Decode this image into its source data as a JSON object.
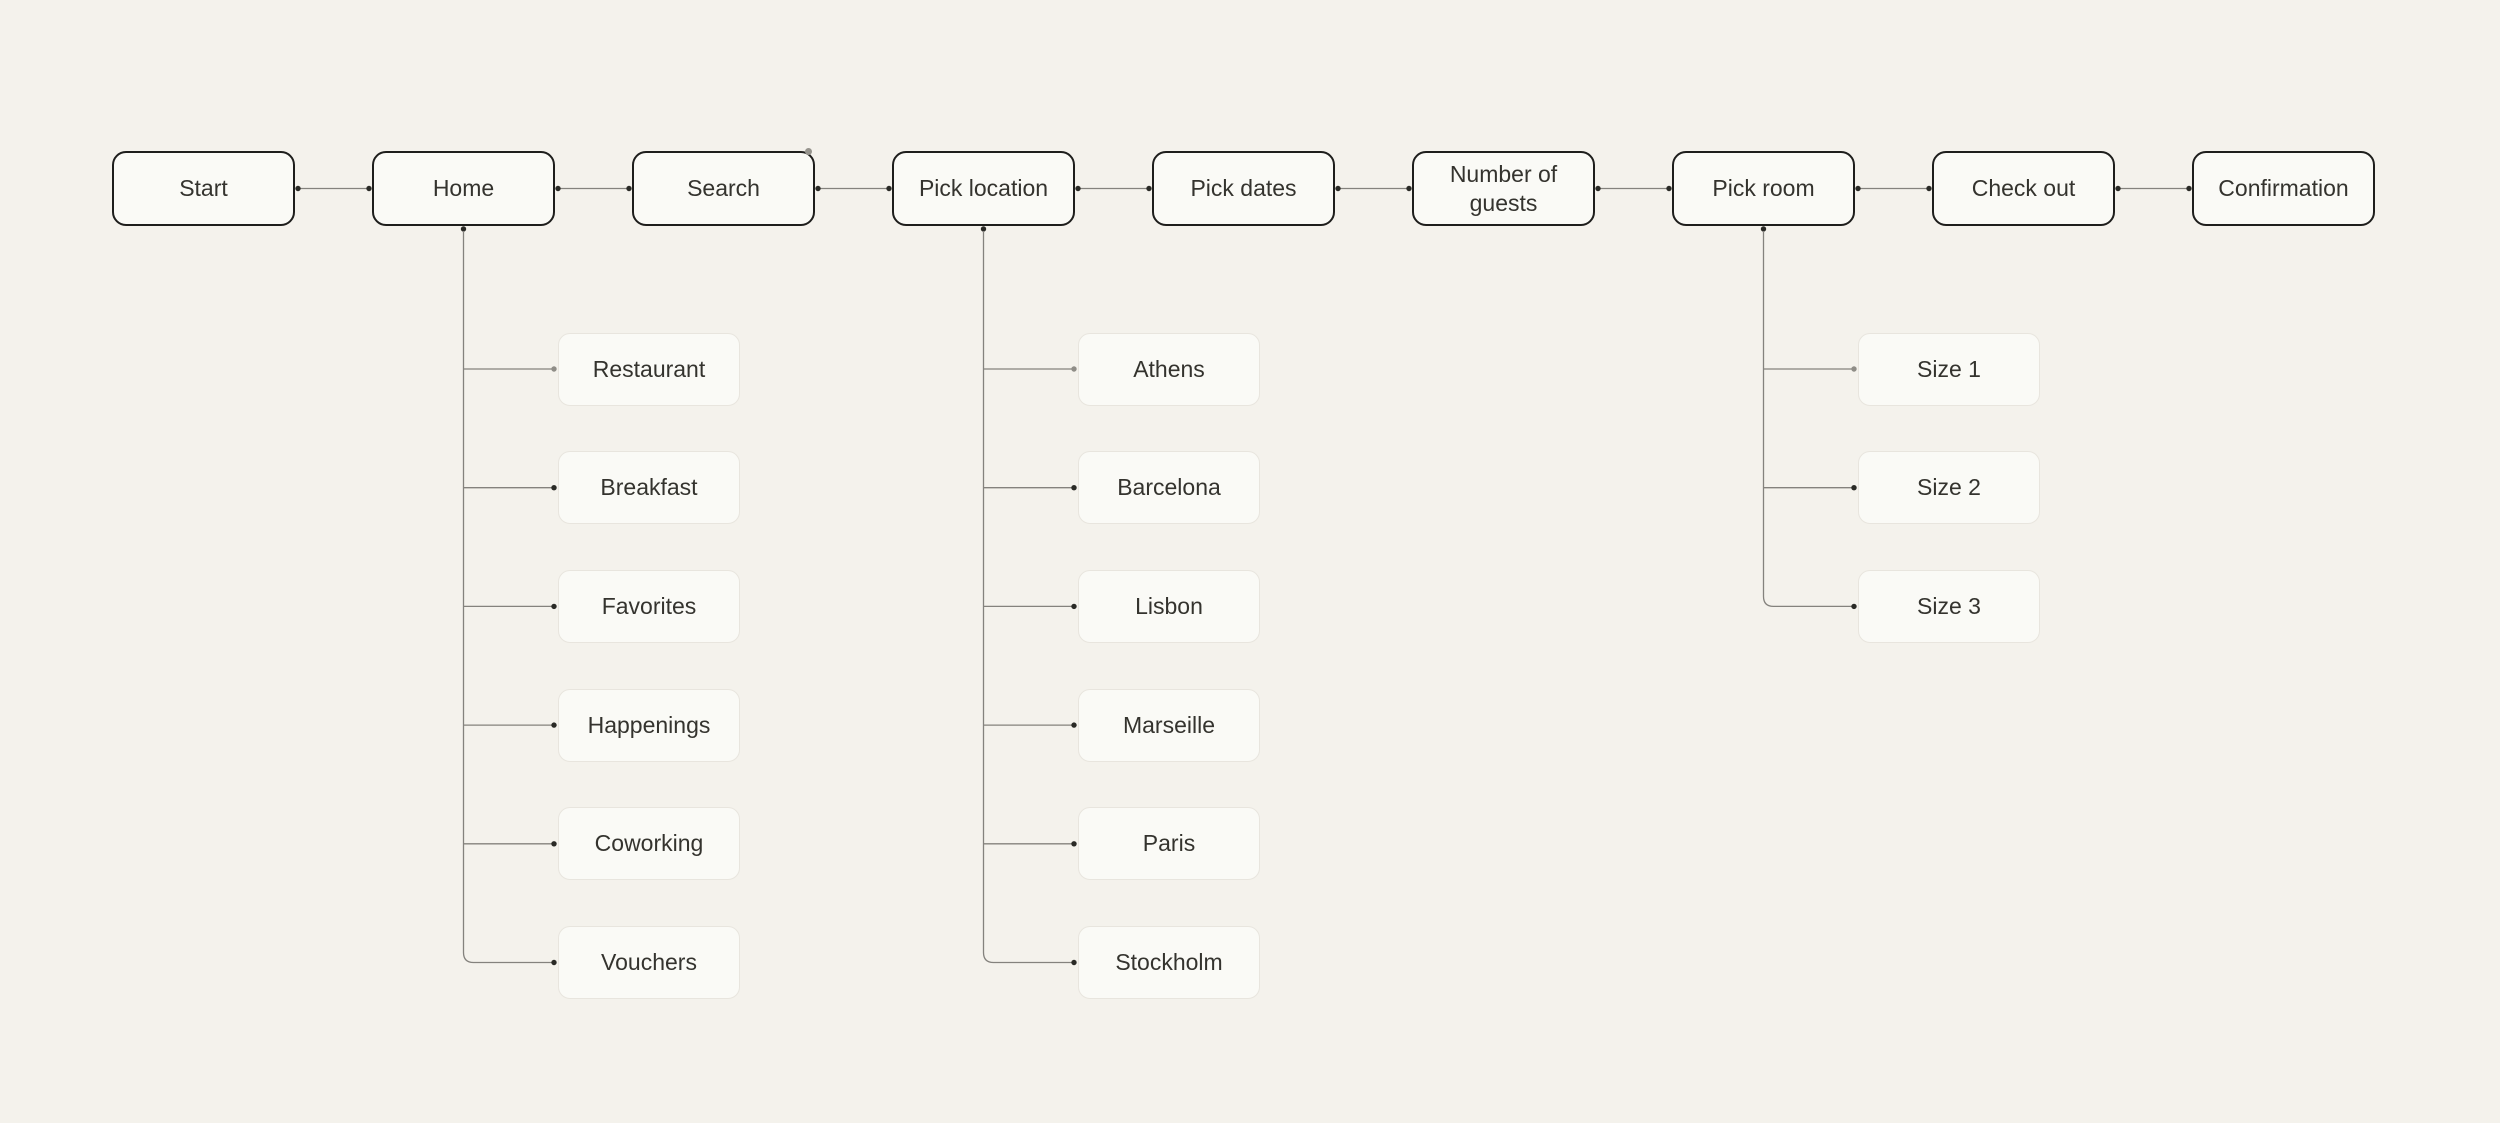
{
  "colors": {
    "background": "#f4f2ec",
    "node_fill": "#fafaf6",
    "main_border": "#1e1e1c",
    "child_border": "#e8e5de",
    "connector_line": "#84827d",
    "connector_dot": "#2a2a26",
    "connector_dot_light": "#8f8d87",
    "text": "#34332e",
    "cursor_dot": "#96948d"
  },
  "flow": {
    "main_nodes": [
      {
        "label": "Start"
      },
      {
        "label": "Home",
        "children": [
          "Restaurant",
          "Breakfast",
          "Favorites",
          "Happenings",
          "Coworking",
          "Vouchers"
        ]
      },
      {
        "label": "Search"
      },
      {
        "label": "Pick location",
        "children": [
          "Athens",
          "Barcelona",
          "Lisbon",
          "Marseille",
          "Paris",
          "Stockholm"
        ]
      },
      {
        "label": "Pick dates"
      },
      {
        "label": "Number of guests"
      },
      {
        "label": "Pick room",
        "children": [
          "Size 1",
          "Size 2",
          "Size 3"
        ]
      },
      {
        "label": "Check out"
      },
      {
        "label": "Confirmation"
      }
    ]
  }
}
